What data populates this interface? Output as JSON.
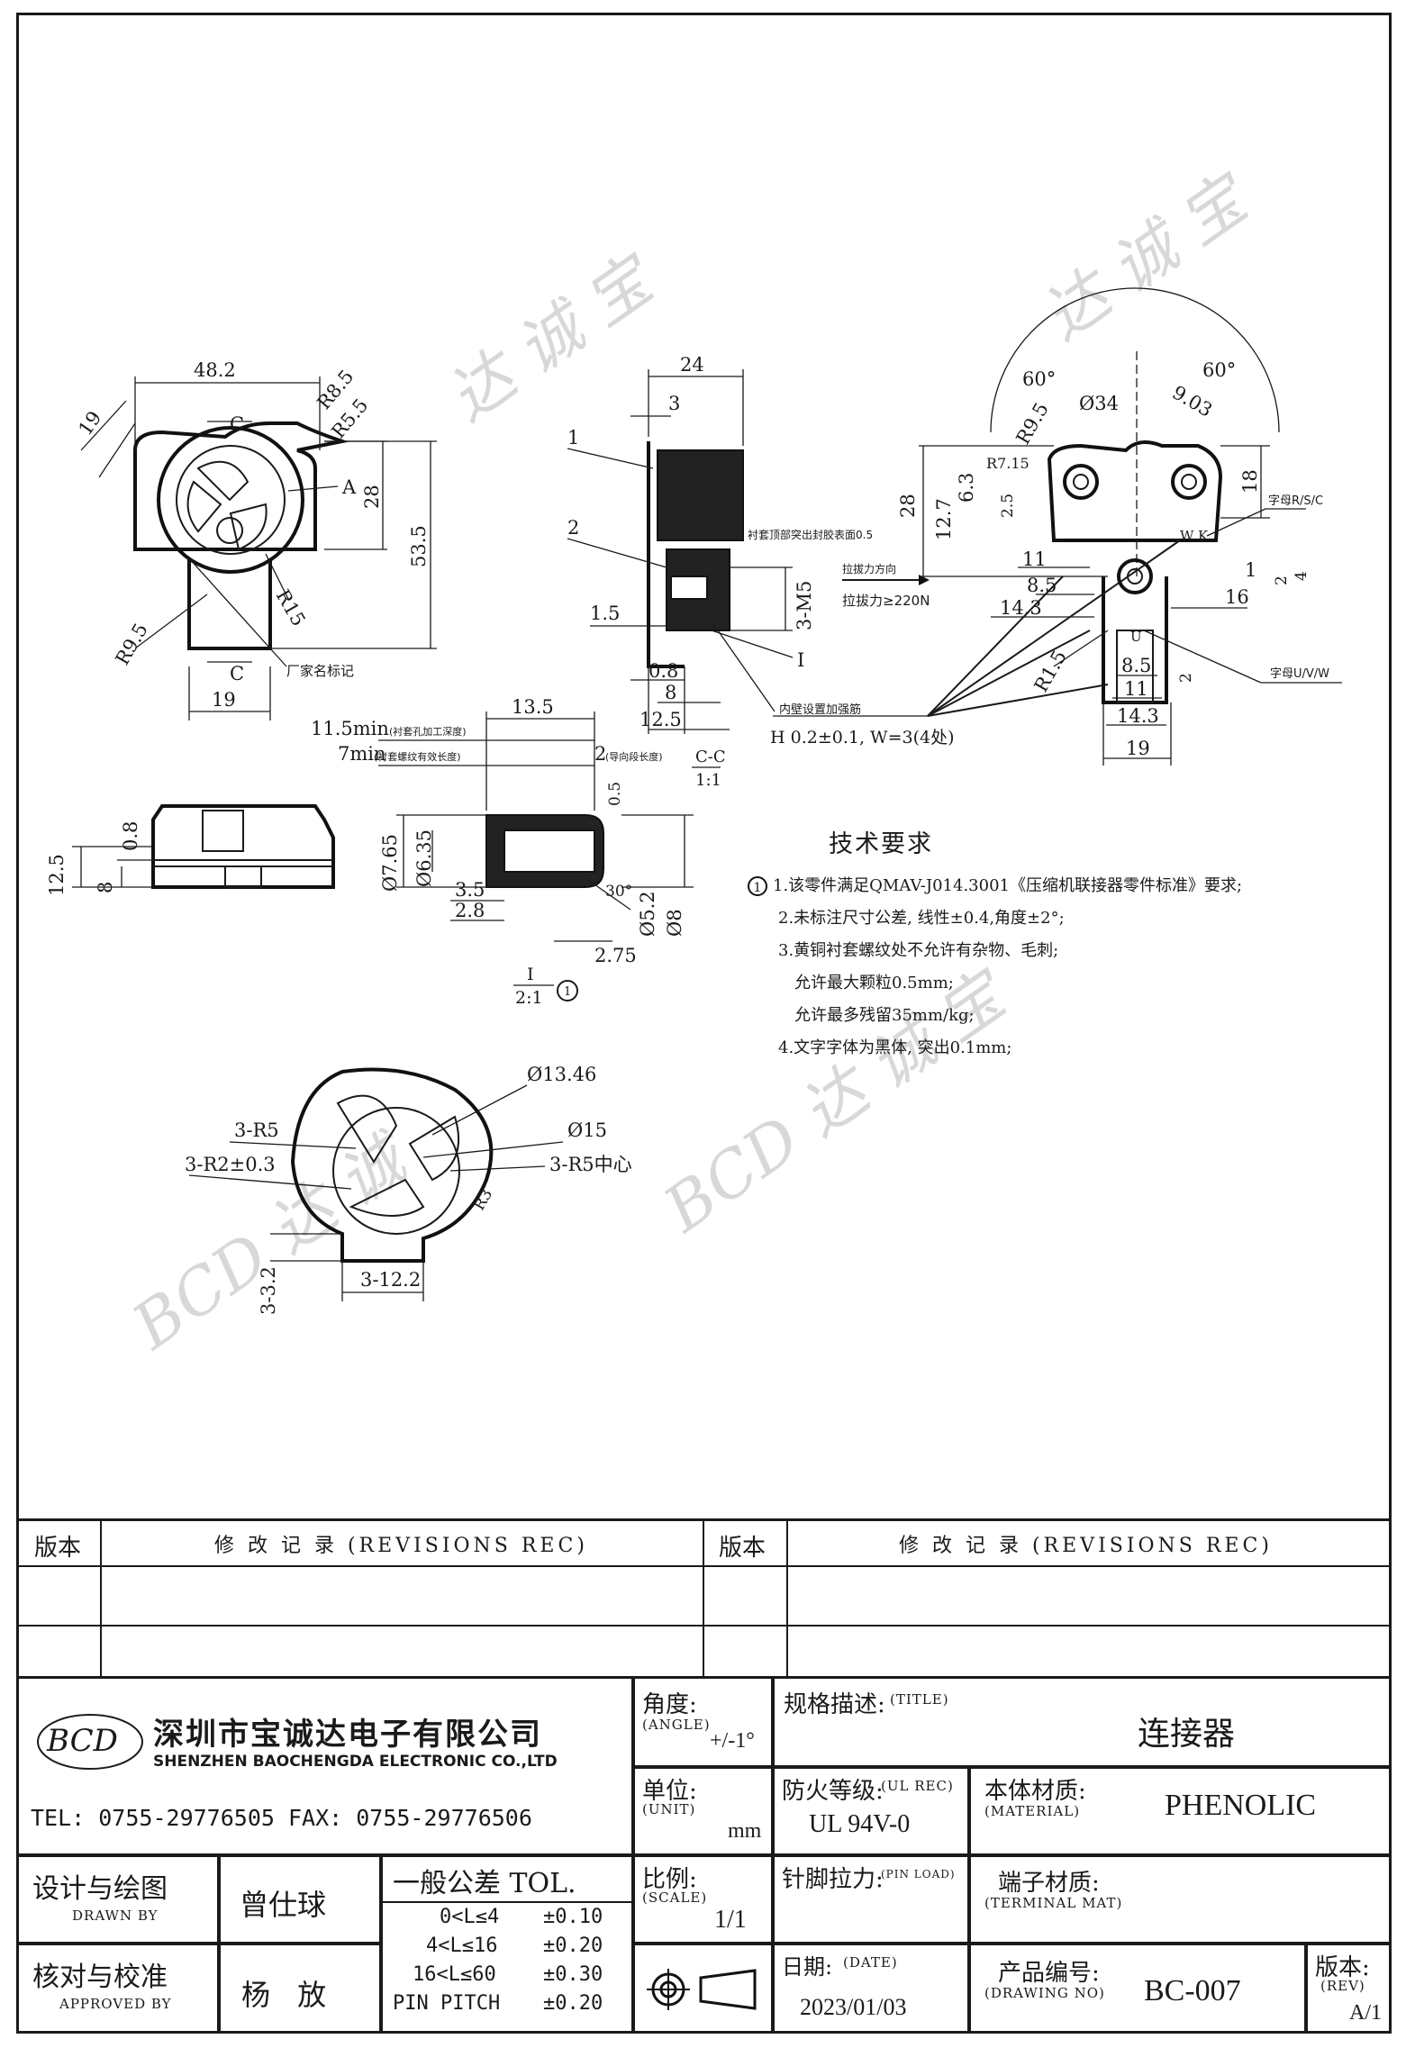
{
  "drawing": {
    "views": {
      "front": {
        "dims": [
          "48.2",
          "R8.5",
          "R5.5",
          "19",
          "A",
          "28",
          "53.5",
          "R15",
          "R9.5",
          "19"
        ],
        "section_marks": [
          "C",
          "C"
        ],
        "maker_mark_label": "厂家名标记"
      },
      "side": {
        "dims": [
          "24",
          "3",
          "1",
          "2",
          "1.5",
          "0.8",
          "8",
          "12.5",
          "3-M5",
          "I"
        ],
        "notes": {
          "bush_protrusion": "衬套顶部突出封胶表面0.5",
          "pull_direction": "拉拔力方向",
          "pull_force": "拉拔力≥220N",
          "rib_note": "内壁设置加强筋",
          "rib_spec": "H 0.2±0.1, W=3(4处)"
        }
      },
      "right": {
        "dims": [
          "60°",
          "60°",
          "Ø34",
          "9.03",
          "R9.5",
          "R7.15",
          "2.5",
          "6.3",
          "12.7",
          "28",
          "18",
          "11",
          "8.5",
          "14.3",
          "R1.5",
          "8.5",
          "11",
          "14.3",
          "19",
          "16",
          "1",
          "2",
          "4",
          "2",
          "W",
          "K",
          "U"
        ],
        "letter_notes": [
          "字母R/S/C",
          "字母U/V/W"
        ]
      },
      "bottom_side": {
        "dims": [
          "0.8",
          "12.5",
          "8"
        ]
      },
      "section_cc": {
        "title": "C-C",
        "scale": "1:1",
        "dims": [
          "13.5",
          "11.5min",
          "7min",
          "2",
          "0.5",
          "Ø7.65",
          "Ø6.35",
          "3.5",
          "2.8",
          "30°",
          "Ø5.2",
          "Ø8",
          "2.75"
        ],
        "notes": {
          "depth": "(衬套孔加工深度)",
          "thread": "(衬套螺纹有效长度)",
          "guide": "(导向段长度)"
        }
      },
      "detail_i": {
        "title": "I",
        "scale": "2:1",
        "marker": "1"
      },
      "top": {
        "dims": [
          "Ø13.46",
          "3-R5",
          "Ø15",
          "3-R2±0.3",
          "3-R5中心",
          "R3",
          "3-3.2",
          "3-12.2"
        ]
      }
    },
    "tech_requirements": {
      "title": "技术要求",
      "marker": "1",
      "items": [
        "1.该零件满足QMAV-J014.3001《压缩机联接器零件标准》要求;",
        "2.未标注尺寸公差, 线性±0.4,角度±2°;",
        "3.黄铜衬套螺纹处不允许有杂物、毛刺;",
        "允许最大颗粒0.5mm;",
        "允许最多残留35mm/kg;",
        "4.文字字体为黑体, 突出0.1mm;"
      ]
    }
  },
  "revisions": {
    "left": {
      "rev_header": "版本",
      "rec_header": "修 改 记 录 (REVISIONS REC)"
    },
    "right": {
      "rev_header": "版本",
      "rec_header": "修 改 记 录 (REVISIONS REC)"
    }
  },
  "company": {
    "logo_text": "BCD",
    "name_cn": "深圳市宝诚达电子有限公司",
    "name_en": "SHENZHEN BAOCHENGDA ELECTRONIC CO.,LTD",
    "contact": "TEL: 0755-29776505  FAX: 0755-29776506"
  },
  "title_block": {
    "angle": {
      "label_cn": "角度:",
      "label_en": "(ANGLE)",
      "value": "+/-1°"
    },
    "title": {
      "label_cn": "规格描述:",
      "label_en": "(TITLE)",
      "value": "连接器"
    },
    "unit": {
      "label_cn": "单位:",
      "label_en": "(UNIT)",
      "value": "mm"
    },
    "ul": {
      "label_cn": "防火等级:",
      "label_en": "(UL REC)",
      "value": "UL 94V-0"
    },
    "material": {
      "label_cn": "本体材质:",
      "label_en": "(MATERIAL)",
      "value": "PHENOLIC"
    },
    "drawn": {
      "label_cn": "设计与绘图",
      "label_en": "DRAWN BY",
      "name": "曾仕球"
    },
    "approved": {
      "label_cn": "核对与校准",
      "label_en": "APPROVED BY",
      "name": "杨 放"
    },
    "tolerance": {
      "title": "一般公差 TOL.",
      "rows": [
        {
          "range": "0<L≤4",
          "tol": "±0.10"
        },
        {
          "range": "4<L≤16",
          "tol": "±0.20"
        },
        {
          "range": "16<L≤60",
          "tol": "±0.30"
        },
        {
          "range": "PIN PITCH",
          "tol": "±0.20"
        }
      ]
    },
    "scale": {
      "label_cn": "比例:",
      "label_en": "(SCALE)",
      "value": "1/1"
    },
    "pin_load": {
      "label_cn": "针脚拉力:",
      "label_en": "(PIN LOAD)"
    },
    "terminal": {
      "label_cn": "端子材质:",
      "label_en": "(TERMINAL MAT)"
    },
    "date": {
      "label_cn": "日期:",
      "label_en": "(DATE)",
      "value": "2023/01/03"
    },
    "drawing_no": {
      "label_cn": "产品编号:",
      "label_en": "(DRAWING NO)",
      "value": "BC-007"
    },
    "rev": {
      "label_cn": "版本:",
      "label_en": "(REV)",
      "value": "A/1"
    }
  }
}
